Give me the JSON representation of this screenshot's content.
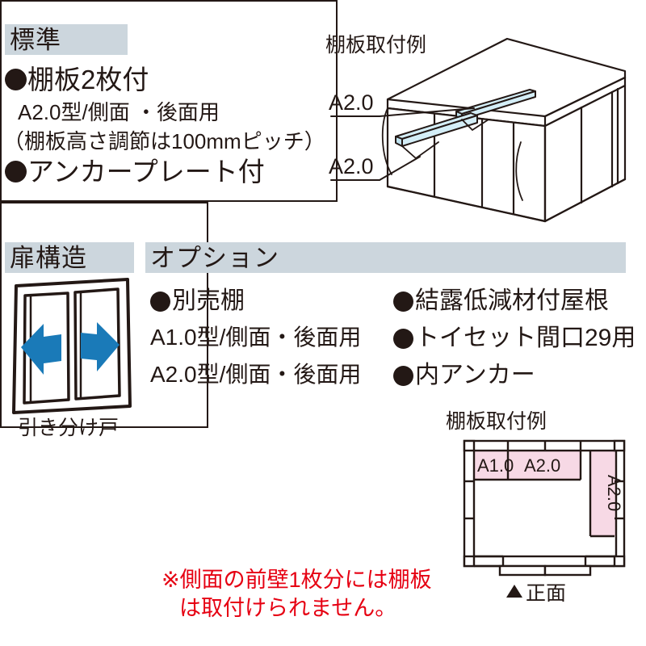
{
  "standard": {
    "header": "標準",
    "bullet_1": "棚板2枚付",
    "sub_1": "A2.0型/側面 ・後面用",
    "sub_2": "（棚板高さ調節は100mmピッチ）",
    "bullet_2": "アンカープレート付"
  },
  "shelf_example_3d": {
    "title": "棚板取付例",
    "label_upper": "A2.0",
    "label_lower": "A2.0",
    "shelf_color": "#d4eef7",
    "line_color": "#231815"
  },
  "door_structure": {
    "header": "扉構造",
    "caption": "引き分け戸",
    "arrow_color": "#1a7ab8",
    "arrow_left": "left-arrow",
    "arrow_right": "right-arrow"
  },
  "options": {
    "header": "オプション",
    "left_column": [
      {
        "type": "bullet",
        "label": "別売棚"
      },
      {
        "type": "plain",
        "label": "A1.0型/側面・後面用"
      },
      {
        "type": "plain",
        "label": "A2.0型/側面・後面用"
      }
    ],
    "right_column": [
      {
        "type": "bullet",
        "label": "結露低減材付屋根"
      },
      {
        "type": "bullet",
        "label": "トイセット間口29用"
      },
      {
        "type": "bullet",
        "label": "内アンカー"
      }
    ]
  },
  "note": {
    "line_1": "※側面の前壁1枚分には棚板",
    "line_2": "は取付けられません。",
    "color": "#e60012"
  },
  "floor_plan": {
    "title": "棚板取付例",
    "shelf_fill": "#f7d9e5",
    "shelf_top_left": "A1.0",
    "shelf_top_right": "A2.0",
    "shelf_side": "A2.0",
    "front_label": "正面",
    "front_marker": "▲"
  },
  "theme": {
    "header_bar": "#ccd6dd",
    "ink": "#231815",
    "accent_blue": "#1a7ab8",
    "shelf_blue": "#d4eef7",
    "shelf_pink": "#f7d9e5",
    "red": "#e60012"
  }
}
